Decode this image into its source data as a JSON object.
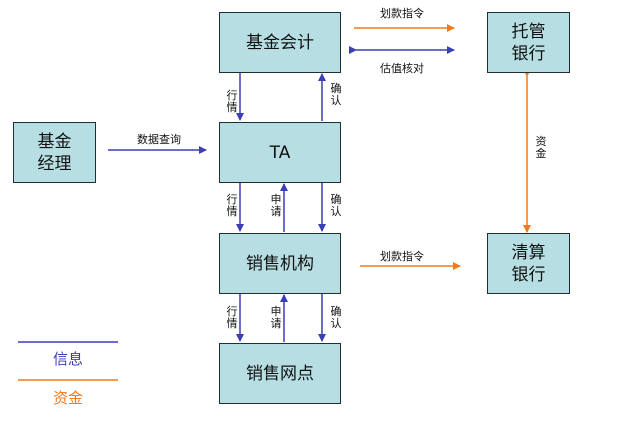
{
  "nodes": {
    "fund_accounting": "基金会计",
    "custodian_bank_line1": "托管",
    "custodian_bank_line2": "银行",
    "fund_manager_line1": "基金",
    "fund_manager_line2": "经理",
    "ta": "TA",
    "sales_org": "销售机构",
    "clearing_bank_line1": "清算",
    "clearing_bank_line2": "银行",
    "sales_outlet": "销售网点"
  },
  "edges": {
    "transfer_instruction_top": "划款指令",
    "valuation_check": "估值核对",
    "data_query": "数据查询",
    "funds_vertical": [
      "资",
      "金"
    ],
    "transfer_instruction_mid": "划款指令",
    "market_1": [
      "行",
      "情"
    ],
    "confirm_1": [
      "确",
      "认"
    ],
    "market_2": [
      "行",
      "情"
    ],
    "apply_1": [
      "申",
      "请"
    ],
    "confirm_2": [
      "确",
      "认"
    ],
    "market_3": [
      "行",
      "情"
    ],
    "apply_2": [
      "申",
      "请"
    ],
    "confirm_3": [
      "确",
      "认"
    ]
  },
  "legend": {
    "info": "信息",
    "funds": "资金"
  },
  "colors": {
    "info": "#3a3fb5",
    "funds": "#f07a1e",
    "node_fill": "#b7dfe3",
    "node_border": "#1f2f33"
  }
}
